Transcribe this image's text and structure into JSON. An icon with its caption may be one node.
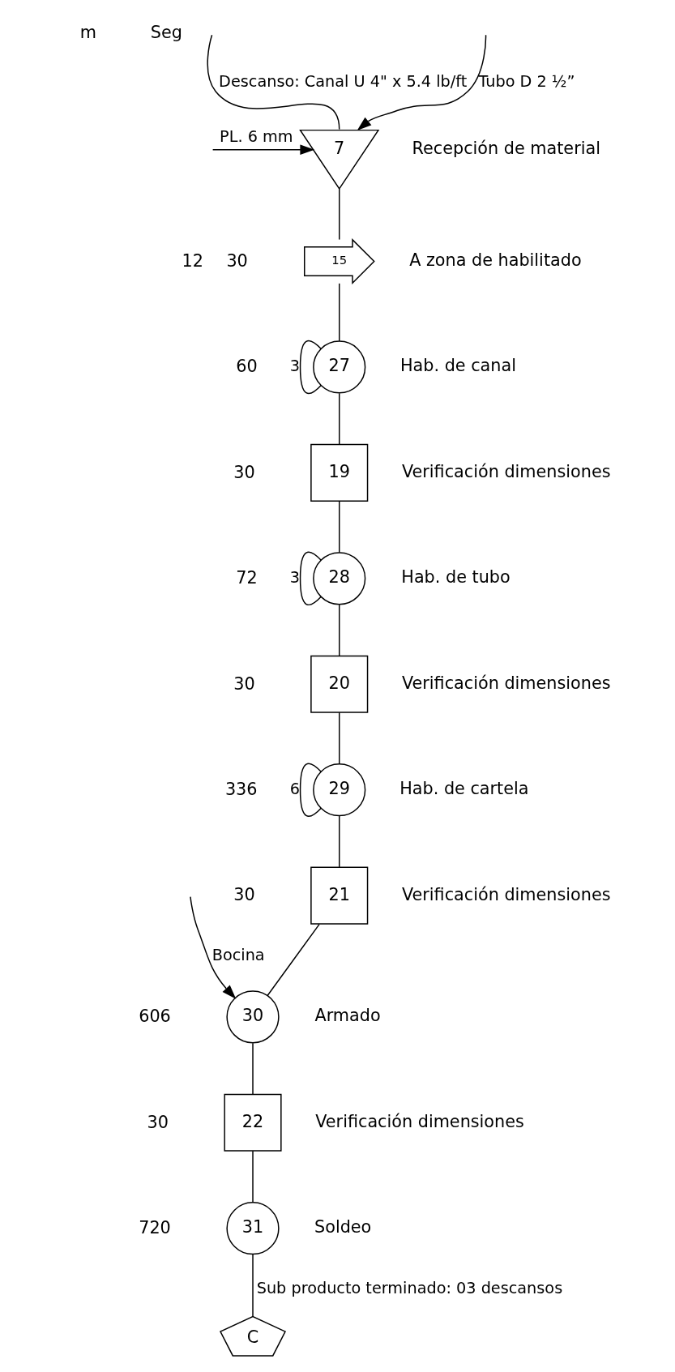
{
  "diagram": {
    "nodes": [
      {
        "text": [
          "7"
        ],
        "beside": [
          "Recepción de material"
        ]
      },
      {
        "text": [
          "15"
        ],
        "beside": [
          "12",
          "30",
          "A zona de habilitado"
        ]
      },
      {
        "text": [
          "27"
        ],
        "beside": [
          "60",
          "Hab. de canal"
        ]
      },
      {
        "text": [
          "19"
        ],
        "beside": [
          "30",
          "Verificación dimensiones"
        ]
      },
      {
        "text": [
          "28"
        ],
        "beside": [
          "72",
          "Hab. de tubo"
        ]
      },
      {
        "text": [
          "20"
        ],
        "beside": [
          "30",
          "Verificación dimensiones"
        ]
      },
      {
        "text": [
          "29"
        ],
        "beside": [
          "336",
          "Hab. de cartela"
        ]
      },
      {
        "text": [
          "21"
        ],
        "beside": [
          "30",
          "Verificación dimensiones"
        ]
      },
      {
        "text": [
          "30"
        ],
        "beside": [
          "606",
          "Armado"
        ]
      },
      {
        "text": [
          "22"
        ],
        "beside": [
          "30",
          "Verificación dimensiones"
        ]
      },
      {
        "text": [
          "31"
        ],
        "beside": [
          "720",
          "Soldeo"
        ]
      },
      {
        "text": [
          "C"
        ]
      }
    ],
    "edges": [
      {
        "from": null,
        "to": 0,
        "arrow": "none",
        "label": "Descanso: Canal U 4\" x 5.4 lb/ft"
      },
      {
        "from": null,
        "to": 0,
        "arrow": "to",
        "label": "Tubo D 2 ½”"
      },
      {
        "from": null,
        "to": 0,
        "arrow": "to",
        "label": "PL. 6 mm"
      },
      {
        "from": 0,
        "to": 1,
        "arrow": "none"
      },
      {
        "from": 1,
        "to": 2,
        "arrow": "none"
      },
      {
        "from": 2,
        "to": 2,
        "arrow": "none",
        "label": "3"
      },
      {
        "from": 2,
        "to": 3,
        "arrow": "none"
      },
      {
        "from": 3,
        "to": 4,
        "arrow": "none"
      },
      {
        "from": 4,
        "to": 4,
        "arrow": "none",
        "label": "3"
      },
      {
        "from": 4,
        "to": 5,
        "arrow": "none"
      },
      {
        "from": 5,
        "to": 6,
        "arrow": "none"
      },
      {
        "from": 6,
        "to": 6,
        "arrow": "none",
        "label": "6"
      },
      {
        "from": 6,
        "to": 7,
        "arrow": "none"
      },
      {
        "from": null,
        "to": 8,
        "arrow": "to",
        "label": "Bocina"
      },
      {
        "from": 7,
        "to": 8,
        "arrow": "none"
      },
      {
        "from": 8,
        "to": 9,
        "arrow": "none"
      },
      {
        "from": 9,
        "to": 10,
        "arrow": "none"
      },
      {
        "from": 10,
        "to": 11,
        "arrow": "none",
        "label": "Sub producto terminado: 03 descansos"
      }
    ],
    "labels": [
      "m",
      "Seg"
    ]
  }
}
